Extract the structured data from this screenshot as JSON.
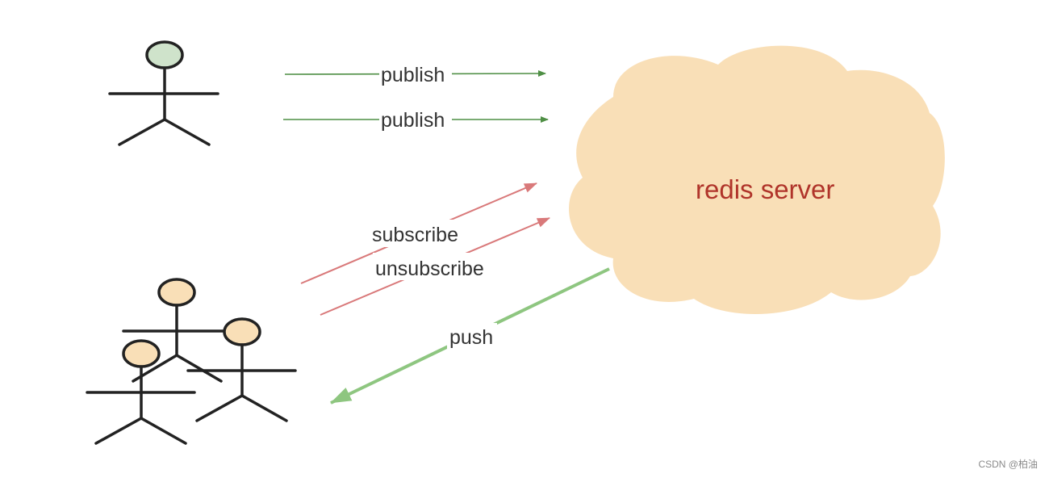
{
  "labels": {
    "publish_1": "publish",
    "publish_2": "publish",
    "subscribe": "subscribe",
    "unsubscribe": "unsubscribe",
    "push": "push",
    "server": "redis server"
  },
  "watermark": "CSDN @柏油",
  "colors": {
    "publish_arrow": "#4f8f45",
    "subscribe_arrow": "#d9797a",
    "push_arrow": "#8ec680",
    "cloud_fill": "#f9dfb7",
    "server_text": "#b0342a",
    "publisher_head": "#cfe3cb",
    "subscriber_head": "#f9dfb7",
    "stick_figure": "#222222"
  }
}
